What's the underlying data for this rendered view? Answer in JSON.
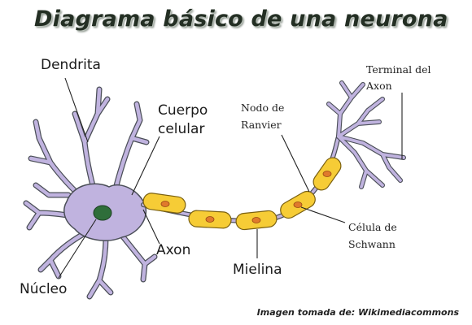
{
  "title": "Diagrama básico de una neurona",
  "labels": {
    "dendrita": "Dendrita",
    "cuerpo_line1": "Cuerpo",
    "cuerpo_line2": "celular",
    "nucleo": "Núcleo",
    "axon": "Axon",
    "mielina": "Mielina",
    "nodo_line1": "Nodo de",
    "nodo_line2": "Ranvier",
    "terminal_line1": "Terminal del",
    "terminal_line2": "Axon",
    "celula_line1": "Célula de",
    "celula_line2": "Schwann"
  },
  "credit": "Imagen tomada de: Wikimediacommons",
  "colors": {
    "cell_fill": "#c0b3df",
    "cell_stroke": "#4a4e57",
    "nucleus": "#2f6e3a",
    "myelin_fill": "#f6cc36",
    "myelin_stroke": "#7a6010",
    "schwann_nucleus": "#e07a2c"
  }
}
